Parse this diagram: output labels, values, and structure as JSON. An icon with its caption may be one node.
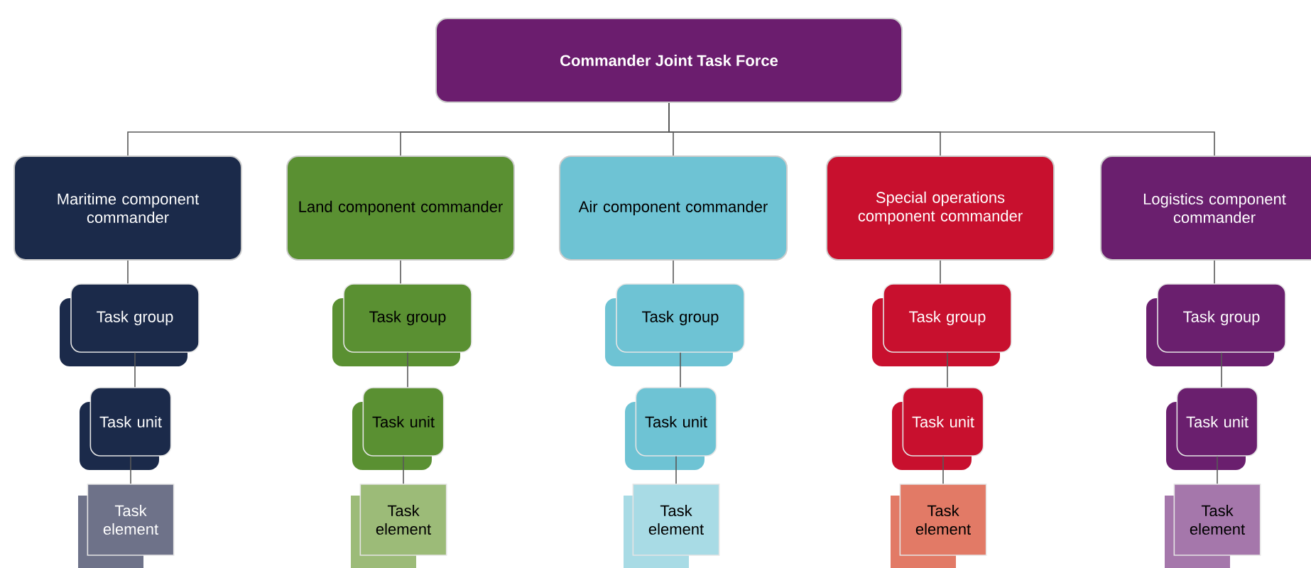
{
  "diagram": {
    "nodes": [
      {
        "text": [
          "Commander Joint Task Force"
        ]
      },
      {
        "text": [
          "Maritime component commander"
        ]
      },
      {
        "text": [
          "Task group"
        ]
      },
      {
        "text": [
          "Task unit"
        ]
      },
      {
        "text": [
          "Task element"
        ]
      },
      {
        "text": [
          "Land component commander"
        ]
      },
      {
        "text": [
          "Task group"
        ]
      },
      {
        "text": [
          "Task unit"
        ]
      },
      {
        "text": [
          "Task element"
        ]
      },
      {
        "text": [
          "Air component commander"
        ]
      },
      {
        "text": [
          "Task group"
        ]
      },
      {
        "text": [
          "Task unit"
        ]
      },
      {
        "text": [
          "Task element"
        ]
      },
      {
        "text": [
          "Special operations component commander"
        ]
      },
      {
        "text": [
          "Task group"
        ]
      },
      {
        "text": [
          "Task unit"
        ]
      },
      {
        "text": [
          "Task element"
        ]
      },
      {
        "text": [
          "Logistics component commander"
        ]
      },
      {
        "text": [
          "Task group"
        ]
      },
      {
        "text": [
          "Task unit"
        ]
      },
      {
        "text": [
          "Task element"
        ]
      }
    ],
    "edges": [
      {
        "from": 0,
        "to": 1,
        "arrow": "none"
      },
      {
        "from": 0,
        "to": 5,
        "arrow": "none"
      },
      {
        "from": 0,
        "to": 9,
        "arrow": "none"
      },
      {
        "from": 0,
        "to": 13,
        "arrow": "none"
      },
      {
        "from": 0,
        "to": 17,
        "arrow": "none"
      },
      {
        "from": 1,
        "to": 2,
        "arrow": "none"
      },
      {
        "from": 2,
        "to": 3,
        "arrow": "none"
      },
      {
        "from": 3,
        "to": 4,
        "arrow": "none"
      },
      {
        "from": 5,
        "to": 6,
        "arrow": "none"
      },
      {
        "from": 6,
        "to": 7,
        "arrow": "none"
      },
      {
        "from": 7,
        "to": 8,
        "arrow": "none"
      },
      {
        "from": 9,
        "to": 10,
        "arrow": "none"
      },
      {
        "from": 10,
        "to": 11,
        "arrow": "none"
      },
      {
        "from": 11,
        "to": 12,
        "arrow": "none"
      },
      {
        "from": 13,
        "to": 14,
        "arrow": "none"
      },
      {
        "from": 14,
        "to": 15,
        "arrow": "none"
      },
      {
        "from": 15,
        "to": 16,
        "arrow": "none"
      },
      {
        "from": 17,
        "to": 18,
        "arrow": "none"
      },
      {
        "from": 18,
        "to": 19,
        "arrow": "none"
      },
      {
        "from": 19,
        "to": 20,
        "arrow": "none"
      }
    ]
  }
}
